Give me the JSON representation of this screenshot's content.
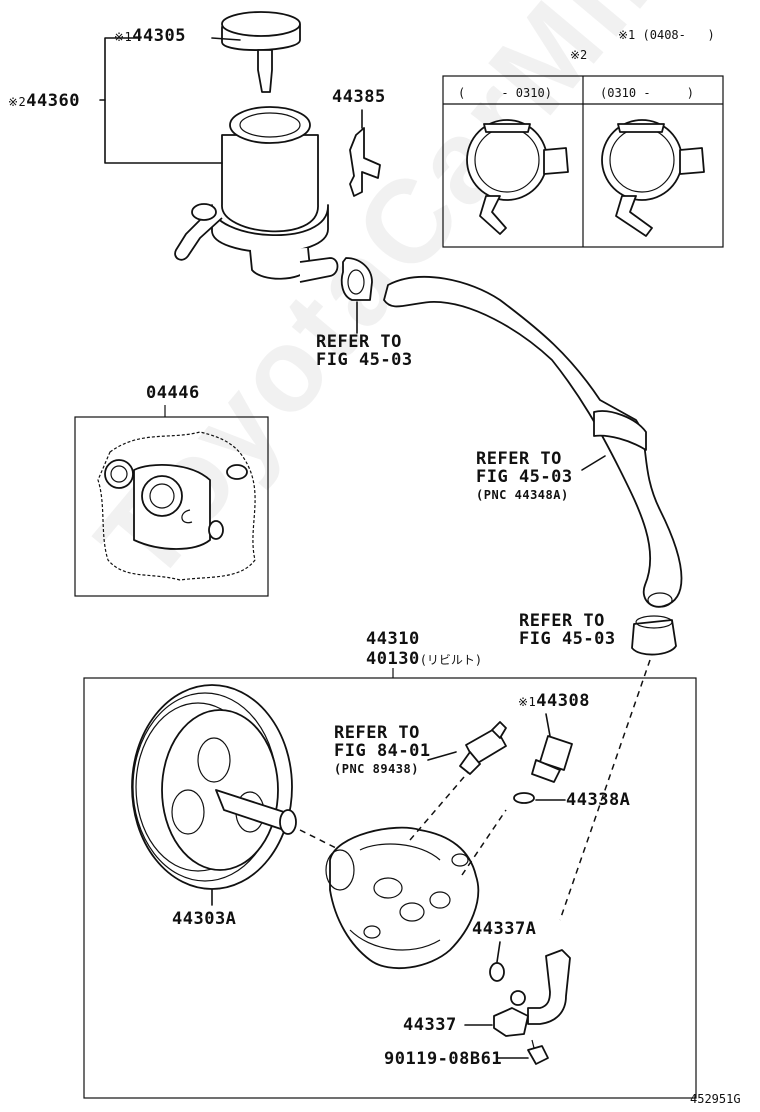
{
  "watermark": "ToyotaCarMine.ru",
  "figure_id": "452951G",
  "notes": {
    "note1_label": "※1",
    "note1_range": "(0408-   )",
    "note2_label": "※2",
    "variant_a": "(     - 0310)",
    "variant_b": "(0310 -     )"
  },
  "parts": {
    "cap": {
      "mark": "※1",
      "number": "44305"
    },
    "reservoir": {
      "mark": "※2",
      "number": "44360"
    },
    "bracket": {
      "number": "44385"
    },
    "gasket_kit": {
      "number": "04446"
    },
    "pump": {
      "number": "44310",
      "rebuilt_number": "40130",
      "rebuilt_note": "(リビルト)"
    },
    "pulley": {
      "number": "44303A"
    },
    "valve": {
      "mark": "※1",
      "number": "44308"
    },
    "o_ring_a": {
      "number": "44338A"
    },
    "o_ring_b": {
      "number": "44337A"
    },
    "union": {
      "number": "44337"
    },
    "bolt": {
      "number": "90119-08B61"
    }
  },
  "references": {
    "ref1": {
      "line1": "REFER TO",
      "line2": "FIG 45-03"
    },
    "ref2": {
      "line1": "REFER TO",
      "line2": "FIG 45-03",
      "line3": "(PNC 44348A)"
    },
    "ref3": {
      "line1": "REFER TO",
      "line2": "FIG 45-03"
    },
    "ref4": {
      "line1": "REFER TO",
      "line2": "FIG 84-01",
      "line3": "(PNC 89438)"
    }
  }
}
